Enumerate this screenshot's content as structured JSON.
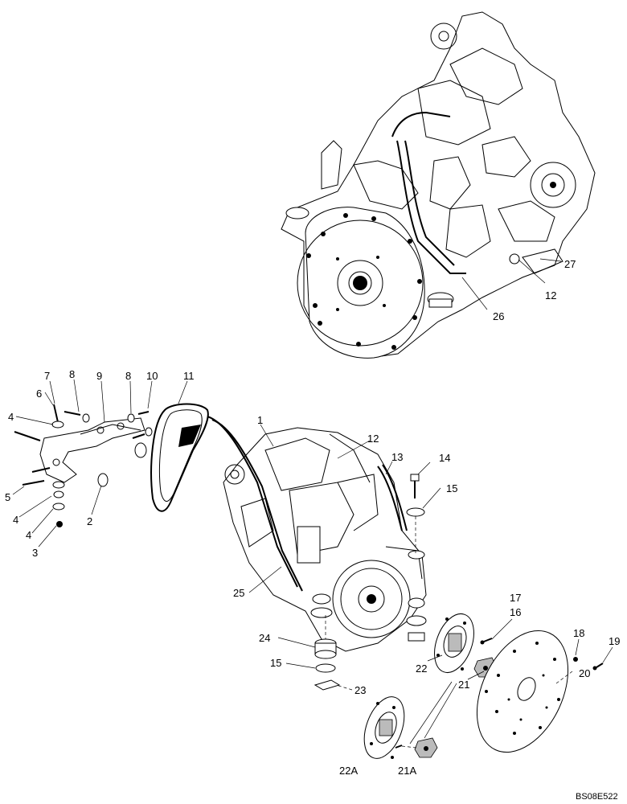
{
  "callouts": {
    "c1": "1",
    "c2": "2",
    "c3": "3",
    "c4a": "4",
    "c4b": "4",
    "c4c": "4",
    "c5": "5",
    "c6": "6",
    "c7": "7",
    "c8a": "8",
    "c8b": "8",
    "c9": "9",
    "c10": "10",
    "c11": "11",
    "c12a": "12",
    "c12b": "12",
    "c13": "13",
    "c14": "14",
    "c15a": "15",
    "c15b": "15",
    "c16": "16",
    "c17": "17",
    "c18": "18",
    "c19": "19",
    "c20": "20",
    "c21": "21",
    "c21a": "21A",
    "c22": "22",
    "c22a": "22A",
    "c23": "23",
    "c24": "24",
    "c25": "25",
    "c26": "26",
    "c27": "27"
  },
  "drawing_id": "BS08E522"
}
